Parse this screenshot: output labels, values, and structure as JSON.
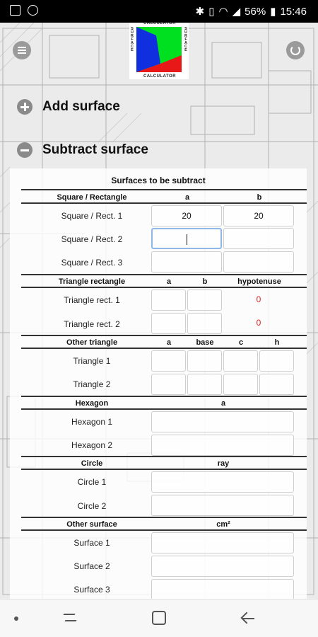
{
  "status_bar": {
    "battery": "56%",
    "time": "15:46"
  },
  "logo": {
    "top_text": "CALCULATOR",
    "bottom_text": "CALCULATOR",
    "left_text": "SURFACE",
    "right_text": "SURFACE"
  },
  "actions": {
    "add": "Add surface",
    "subtract": "Subtract surface"
  },
  "panel": {
    "title": "Surfaces to be subtract",
    "square": {
      "header": "Square / Rectangle",
      "col_a": "a",
      "col_b": "b",
      "rows": [
        {
          "label": "Square / Rect. 1",
          "a": "20",
          "b": "20"
        },
        {
          "label": "Square / Rect. 2",
          "a": "",
          "b": ""
        },
        {
          "label": "Square / Rect. 3",
          "a": "",
          "b": ""
        }
      ]
    },
    "triangle_rect": {
      "header": "Triangle rectangle",
      "col_a": "a",
      "col_b": "b",
      "col_hyp": "hypotenuse",
      "rows": [
        {
          "label": "Triangle rect. 1",
          "hyp": "0"
        },
        {
          "label": "Triangle rect. 2",
          "hyp": "0"
        }
      ]
    },
    "other_triangle": {
      "header": "Other triangle",
      "col_a": "a",
      "col_base": "base",
      "col_c": "c",
      "col_h": "h",
      "rows": [
        {
          "label": "Triangle 1"
        },
        {
          "label": "Triangle 2"
        }
      ]
    },
    "hexagon": {
      "header": "Hexagon",
      "col_a": "a",
      "rows": [
        {
          "label": "Hexagon 1"
        },
        {
          "label": "Hexagon 2"
        }
      ]
    },
    "circle": {
      "header": "Circle",
      "col_ray": "ray",
      "rows": [
        {
          "label": "Circle 1"
        },
        {
          "label": "Circle 2"
        }
      ]
    },
    "other_surface": {
      "header": "Other surface",
      "col_unit": "cm²",
      "rows": [
        {
          "label": "Surface 1"
        },
        {
          "label": "Surface 2"
        },
        {
          "label": "Surface 3"
        }
      ]
    }
  },
  "colors": {
    "logo_green": "#00e020",
    "logo_blue": "#1030e0",
    "logo_red": "#e81818",
    "error_red": "#e02020",
    "focus_blue": "#8fb8e8"
  }
}
